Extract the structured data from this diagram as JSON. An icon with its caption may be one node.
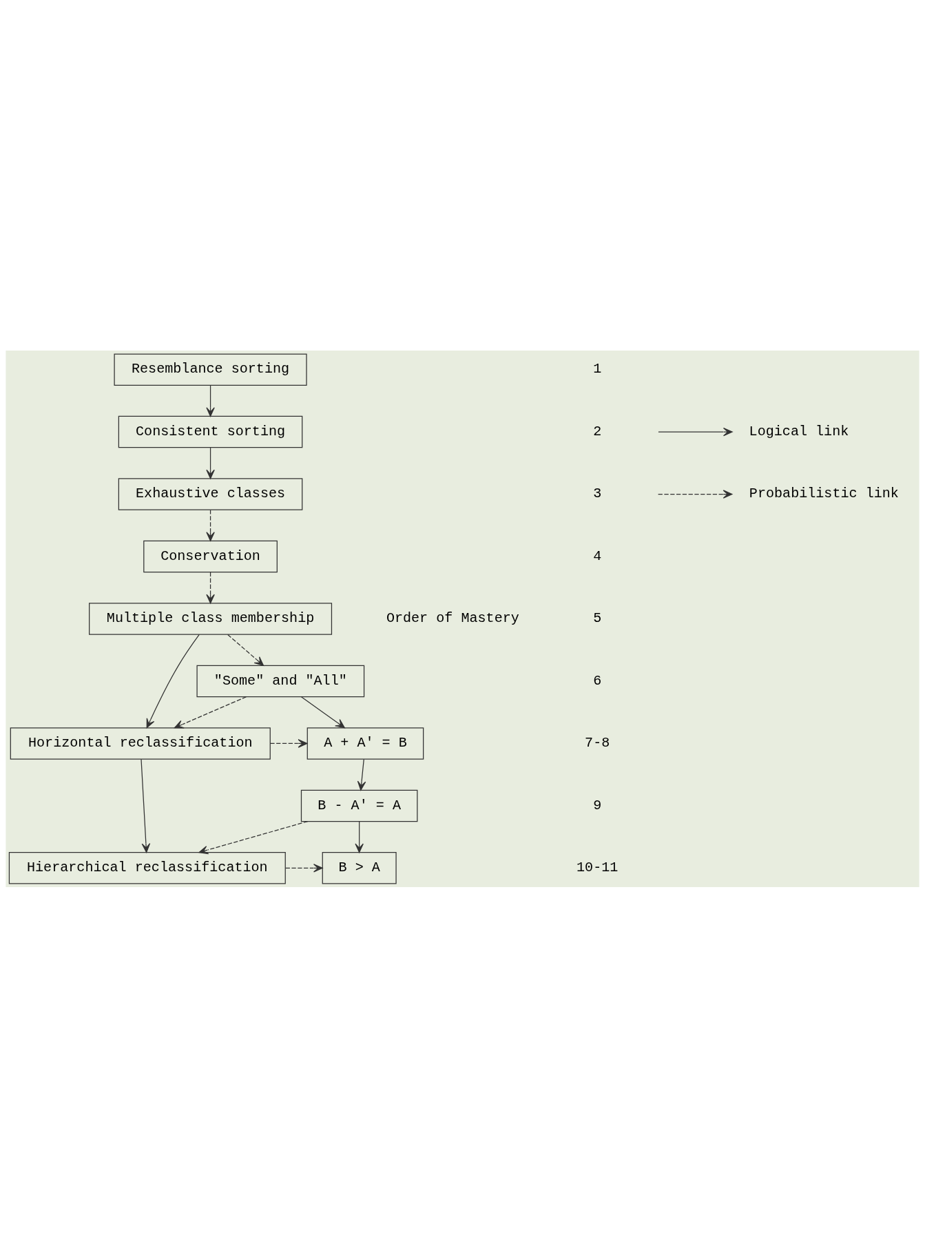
{
  "diagram": {
    "nodes": [
      {
        "text": [
          "Resemblance sorting"
        ]
      },
      {
        "text": [
          "Consistent sorting"
        ]
      },
      {
        "text": [
          "Exhaustive classes"
        ]
      },
      {
        "text": [
          "Conservation"
        ]
      },
      {
        "text": [
          "Multiple class membership"
        ]
      },
      {
        "text": [
          "\"Some\" and \"All\""
        ]
      },
      {
        "text": [
          "Horizontal reclassification"
        ]
      },
      {
        "text": [
          "A + A′ = B"
        ]
      },
      {
        "text": [
          "B - A′ = A"
        ]
      },
      {
        "text": [
          "Hierarchical reclassification"
        ]
      },
      {
        "text": [
          "B > A"
        ]
      }
    ],
    "edges": [
      {
        "from": 0,
        "to": 1,
        "arrow": "to"
      },
      {
        "from": 1,
        "to": 2,
        "arrow": "to"
      },
      {
        "from": 2,
        "to": 3,
        "arrow": "to",
        "style": "dashed"
      },
      {
        "from": 3,
        "to": 4,
        "arrow": "to",
        "style": "dashed"
      },
      {
        "from": 4,
        "to": 5,
        "arrow": "to",
        "style": "dashed"
      },
      {
        "from": 4,
        "to": 6,
        "arrow": "to"
      },
      {
        "from": 5,
        "to": 6,
        "arrow": "to",
        "style": "dashed"
      },
      {
        "from": 5,
        "to": 7,
        "arrow": "to"
      },
      {
        "from": 6,
        "to": 7,
        "arrow": "to",
        "style": "dashed"
      },
      {
        "from": 7,
        "to": 8,
        "arrow": "to"
      },
      {
        "from": 8,
        "to": 9,
        "arrow": "to",
        "style": "dashed"
      },
      {
        "from": 6,
        "to": 9,
        "arrow": "to"
      },
      {
        "from": 8,
        "to": 10,
        "arrow": "to"
      },
      {
        "from": 9,
        "to": 10,
        "arrow": "to",
        "style": "dashed"
      }
    ],
    "labels": [
      "Order of Mastery",
      "1",
      "2",
      "3",
      "4",
      "5",
      "6",
      "7-8",
      "9",
      "10-11"
    ],
    "legend": [
      {
        "text": "Logical link"
      },
      {
        "text": "Probabilistic link"
      }
    ]
  }
}
